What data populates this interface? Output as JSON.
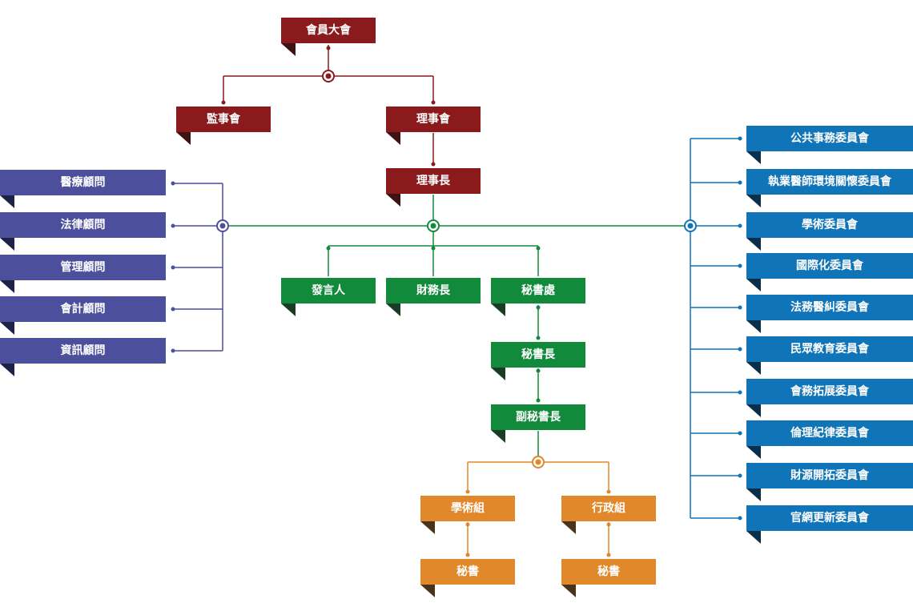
{
  "colors": {
    "red": "#8a1a1c",
    "green": "#128a3c",
    "orange": "#e0882a",
    "purple": "#4b4f9c",
    "blue": "#0f74b8"
  },
  "top": {
    "general_assembly": "會員大會",
    "supervisors": "監事會",
    "directors": "理事會",
    "chairman": "理事長"
  },
  "center": {
    "spokesperson": "發言人",
    "treasurer": "財務長",
    "secretariat": "秘書處",
    "secretary_general": "秘書長",
    "deputy_secretary_general": "副秘書長"
  },
  "groups": {
    "academic_group": "學術組",
    "admin_group": "行政組",
    "academic_secretary": "秘書",
    "admin_secretary": "秘書"
  },
  "advisors": [
    "醫療顧問",
    "法律顧問",
    "管理顧問",
    "會計顧問",
    "資訊顧問"
  ],
  "committees": [
    "公共事務委員會",
    "執業醫師環境關懷委員會",
    "學術委員會",
    "國際化委員會",
    "法務醫糾委員會",
    "民眾教育委員會",
    "會務拓展委員會",
    "倫理紀律委員會",
    "財源開拓委員會",
    "官網更新委員會"
  ]
}
